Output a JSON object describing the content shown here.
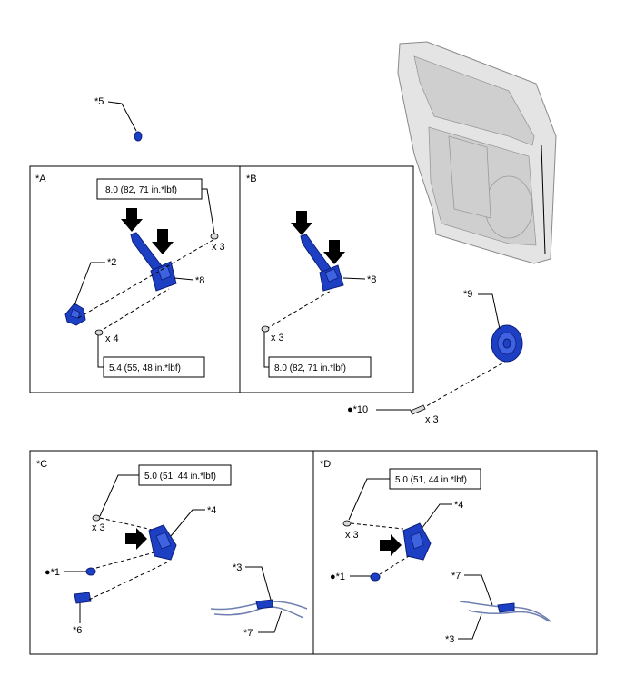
{
  "callouts": {
    "c5": "*5",
    "c2": "*2",
    "c8a": "*8",
    "c8b": "*8",
    "c9": "*9",
    "c10": "●*10",
    "c4c": "*4",
    "c1c": "●*1",
    "c6": "*6",
    "c3c": "*3",
    "c7c": "*7",
    "c4d": "*4",
    "c1d": "●*1",
    "c7d": "*7",
    "c3d": "*3"
  },
  "panels": {
    "a": "*A",
    "b": "*B",
    "c": "*C",
    "d": "*D"
  },
  "torque": {
    "a_top": "8.0 (82, 71 in.*lbf)",
    "a_bottom": "5.4 (55, 48 in.*lbf)",
    "b": "8.0 (82, 71 in.*lbf)",
    "c": "5.0 (51, 44 in.*lbf)",
    "d": "5.0 (51, 44 in.*lbf)"
  },
  "qty": {
    "a_top": "x 3",
    "a_bottom": "x 4",
    "b": "x 3",
    "bolt10": "x 3",
    "c": "x 3",
    "d": "x 3"
  },
  "colors": {
    "part_blue": "#1d3fc4",
    "door_gray": "#e4e4e4"
  }
}
